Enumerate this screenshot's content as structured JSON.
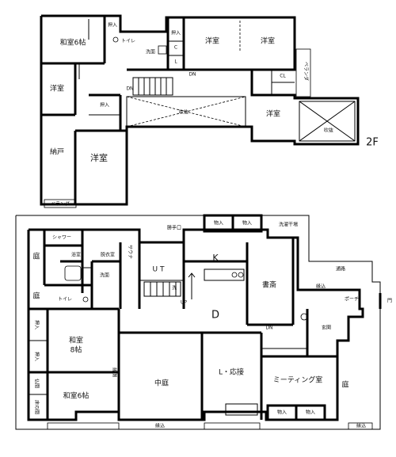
{
  "floor2": {
    "floor_mark": "2F",
    "rooms": {
      "washitsu6_top": "和室6帖",
      "oshiire_a": "押入",
      "toilet": "トイレ",
      "senmen": "洗面",
      "dn_a": "DN",
      "yoshitsu_left": "洋室",
      "nando": "納戸",
      "yoshitsu_center": "洋室",
      "veranda_bottom": "ベランダ",
      "oshiire_b": "押入",
      "fukinuke_center": "吹抜",
      "oshiire_c": "押入",
      "cl_a": "C",
      "cl_b": "L",
      "yoshitsu_tr1": "洋室",
      "yoshitsu_tr2": "洋室",
      "cl_c": "CL",
      "veranda_right": "ベランダ",
      "yoshitsu_right": "洋室",
      "fukinuke_right": "吹抜",
      "dn_b": "DN"
    }
  },
  "floor1": {
    "rooms": {
      "mono1": "物入",
      "mono2": "物入",
      "sentaku": "洗濯干場",
      "tesuri": "勝手口",
      "shower": "シャワー",
      "niwa_tl": "庭",
      "yokushitsu": "浴室",
      "datsui": "脱衣室",
      "sauna": "サウナ",
      "senmen": "洗面",
      "ut": "U T",
      "sen": "洗",
      "k": "K",
      "shosai": "書斎",
      "tsuro": "通路",
      "engawa_top": "縁込",
      "porch": "ポーチ",
      "mon": "門",
      "niwa_l": "庭",
      "toilet": "トイレ",
      "d": "D",
      "genkan": "玄関",
      "oshiire1": "押入",
      "washitsu8": "和室",
      "washitsu8_size": "8帖",
      "oshiire2": "押入",
      "engawa": "縁側",
      "nakaniwa": "中庭",
      "l_oshitsu": "L・応接",
      "meeting": "ミーティング室",
      "niwa_r": "庭",
      "butsuma": "仏間",
      "toko": "床の間",
      "washitsu6": "和室6帖",
      "mono3": "物入",
      "mono4": "物入",
      "engawa_bl": "縁込",
      "engawa_br": "縁込",
      "dn": "DN",
      "up": "UP"
    }
  }
}
